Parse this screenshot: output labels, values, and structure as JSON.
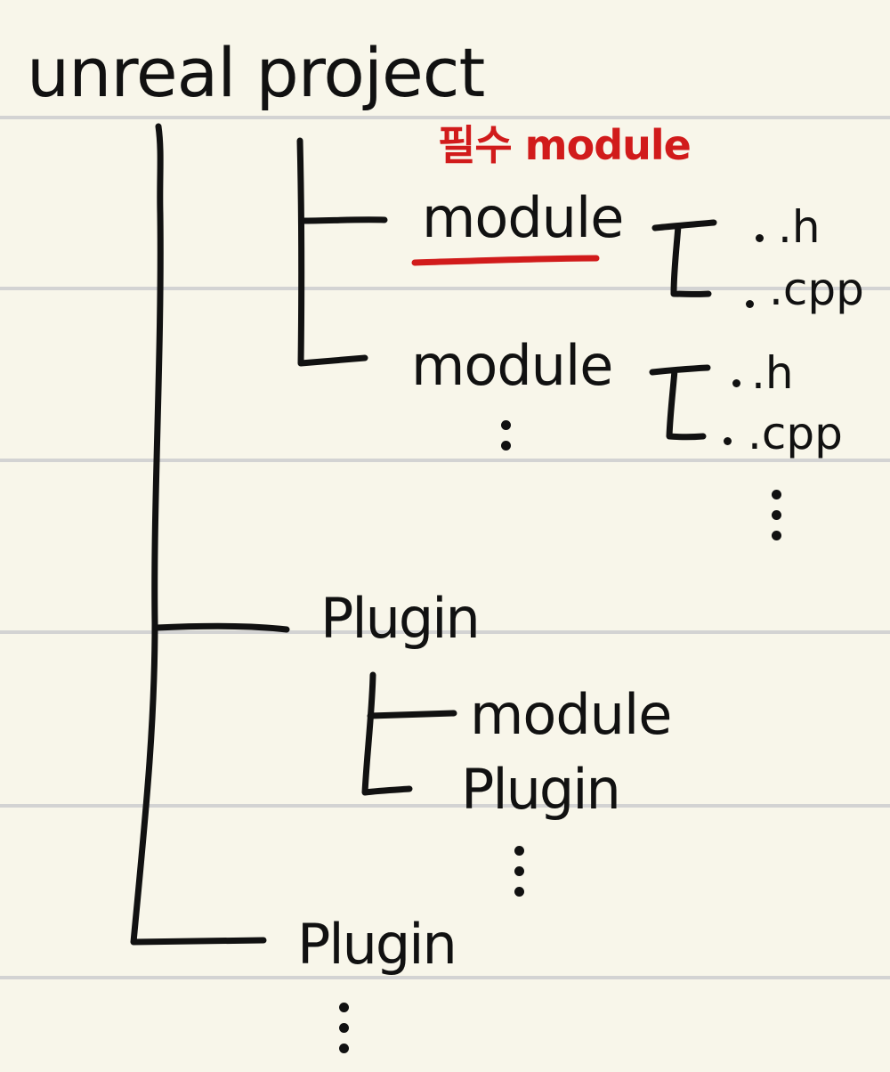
{
  "colors": {
    "ink": "#111111",
    "highlight": "#d11b1b",
    "paper": "#f8f6ea",
    "ruled_line": "#d3d3d3"
  },
  "tree": {
    "root_label": "unreal project",
    "required_note": "필수 module",
    "module_1": {
      "label": "module",
      "files": [
        ".h",
        ".cpp"
      ]
    },
    "module_2": {
      "label": "module",
      "files": [
        ".h",
        ".cpp"
      ]
    },
    "plugin_1": {
      "label": "Plugin",
      "children": [
        "module",
        "Plugin"
      ]
    },
    "plugin_2": {
      "label": "Plugin"
    }
  }
}
